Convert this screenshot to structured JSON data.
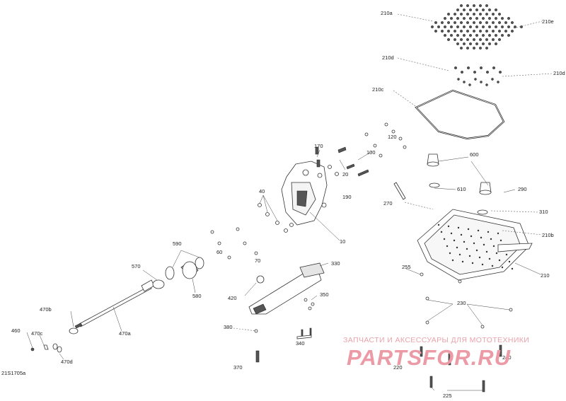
{
  "diagram_id": "21S1705a",
  "watermark": {
    "title": "ЗАПЧАСТИ И АКСЕССУАРЫ ДЛЯ МОТОТЕХНИКИ",
    "logo": "PARTSFOR.RU"
  },
  "callouts": {
    "c210a": "210a",
    "c210e": "210e",
    "c210d_left": "210d",
    "c210d_right": "210d",
    "c210c": "210c",
    "c120": "120",
    "c100": "100",
    "c170": "170",
    "c20": "20",
    "c600": "600",
    "c190": "190",
    "c40": "40",
    "c610": "610",
    "c290": "290",
    "c270": "270",
    "c310": "310",
    "c210b": "210b",
    "c10": "10",
    "c590": "590",
    "c60": "60",
    "c70": "70",
    "c570": "570",
    "c580": "580",
    "c330": "330",
    "c255": "255",
    "c210": "210",
    "c420": "420",
    "c350": "350",
    "c470b": "470b",
    "c470a": "470a",
    "c230": "230",
    "c460": "460",
    "c470c": "470c",
    "c470d": "470d",
    "c380": "380",
    "c340": "340",
    "c240": "240",
    "c220": "220",
    "c370": "370",
    "c225": "225"
  }
}
